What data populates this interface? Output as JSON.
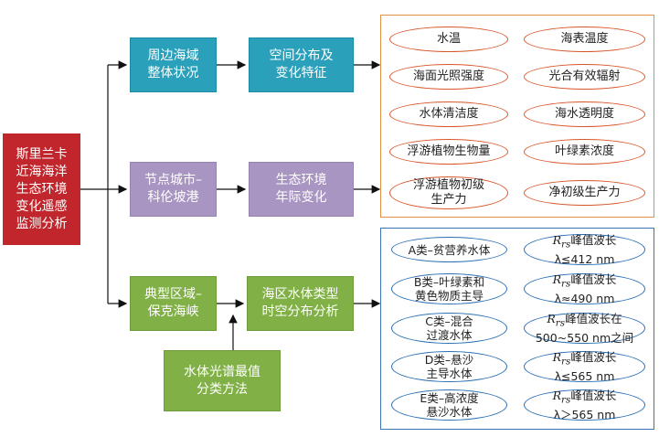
{
  "root": {
    "label": "斯里兰卡\n近海海洋\n生态环境\n变化遥感\n监测分析"
  },
  "branches": [
    {
      "region": "周边海域\n整体状况",
      "analysis": "空间分布及\n变化特征"
    },
    {
      "region": "节点城市–\n科伦坡港",
      "analysis": "生态环境\n年际变化"
    },
    {
      "region": "典型区域–\n保克海峡",
      "analysis": "海区水体类型\n时空分布分析"
    }
  ],
  "method": {
    "label": "水体光谱最值\n分类方法"
  },
  "parameters": [
    {
      "input": "水温",
      "output": "海表温度"
    },
    {
      "input": "海面光照强度",
      "output": "光合有效辐射"
    },
    {
      "input": "水体清洁度",
      "output": "海水透明度"
    },
    {
      "input": "浮游植物生物量",
      "output": "叶绿素浓度"
    },
    {
      "input": "浮游植物初级\n生产力",
      "output": "净初级生产力"
    }
  ],
  "water_types": [
    {
      "type": "A类–贫营养水体",
      "peak_symbol": "R",
      "peak_sub": "rs",
      "peak_text": "峰值波长",
      "peak_range": "λ≤412 nm"
    },
    {
      "type": "B类–叶绿素和\n黄色物质主导",
      "peak_symbol": "R",
      "peak_sub": "rs",
      "peak_text": "峰值波长",
      "peak_range": "λ≈490 nm"
    },
    {
      "type": "C类–混合\n过渡水体",
      "peak_symbol": "R",
      "peak_sub": "rs",
      "peak_text": "峰值波长在",
      "peak_range": "500~550 nm之间"
    },
    {
      "type": "D类–悬沙\n主导水体",
      "peak_symbol": "R",
      "peak_sub": "rs",
      "peak_text": "峰值波长",
      "peak_range": "λ≤565 nm"
    },
    {
      "type": "E类–高浓度\n悬沙水体",
      "peak_symbol": "R",
      "peak_sub": "rs",
      "peak_text": "峰值波长",
      "peak_range": "λ＞565 nm"
    }
  ],
  "colors": {
    "root": "#c0262c",
    "teal": "#2aa0bb",
    "purple": "#a895c2",
    "green": "#80b046",
    "orange_border": "#d9552a",
    "blue_border": "#2a6fb4"
  }
}
